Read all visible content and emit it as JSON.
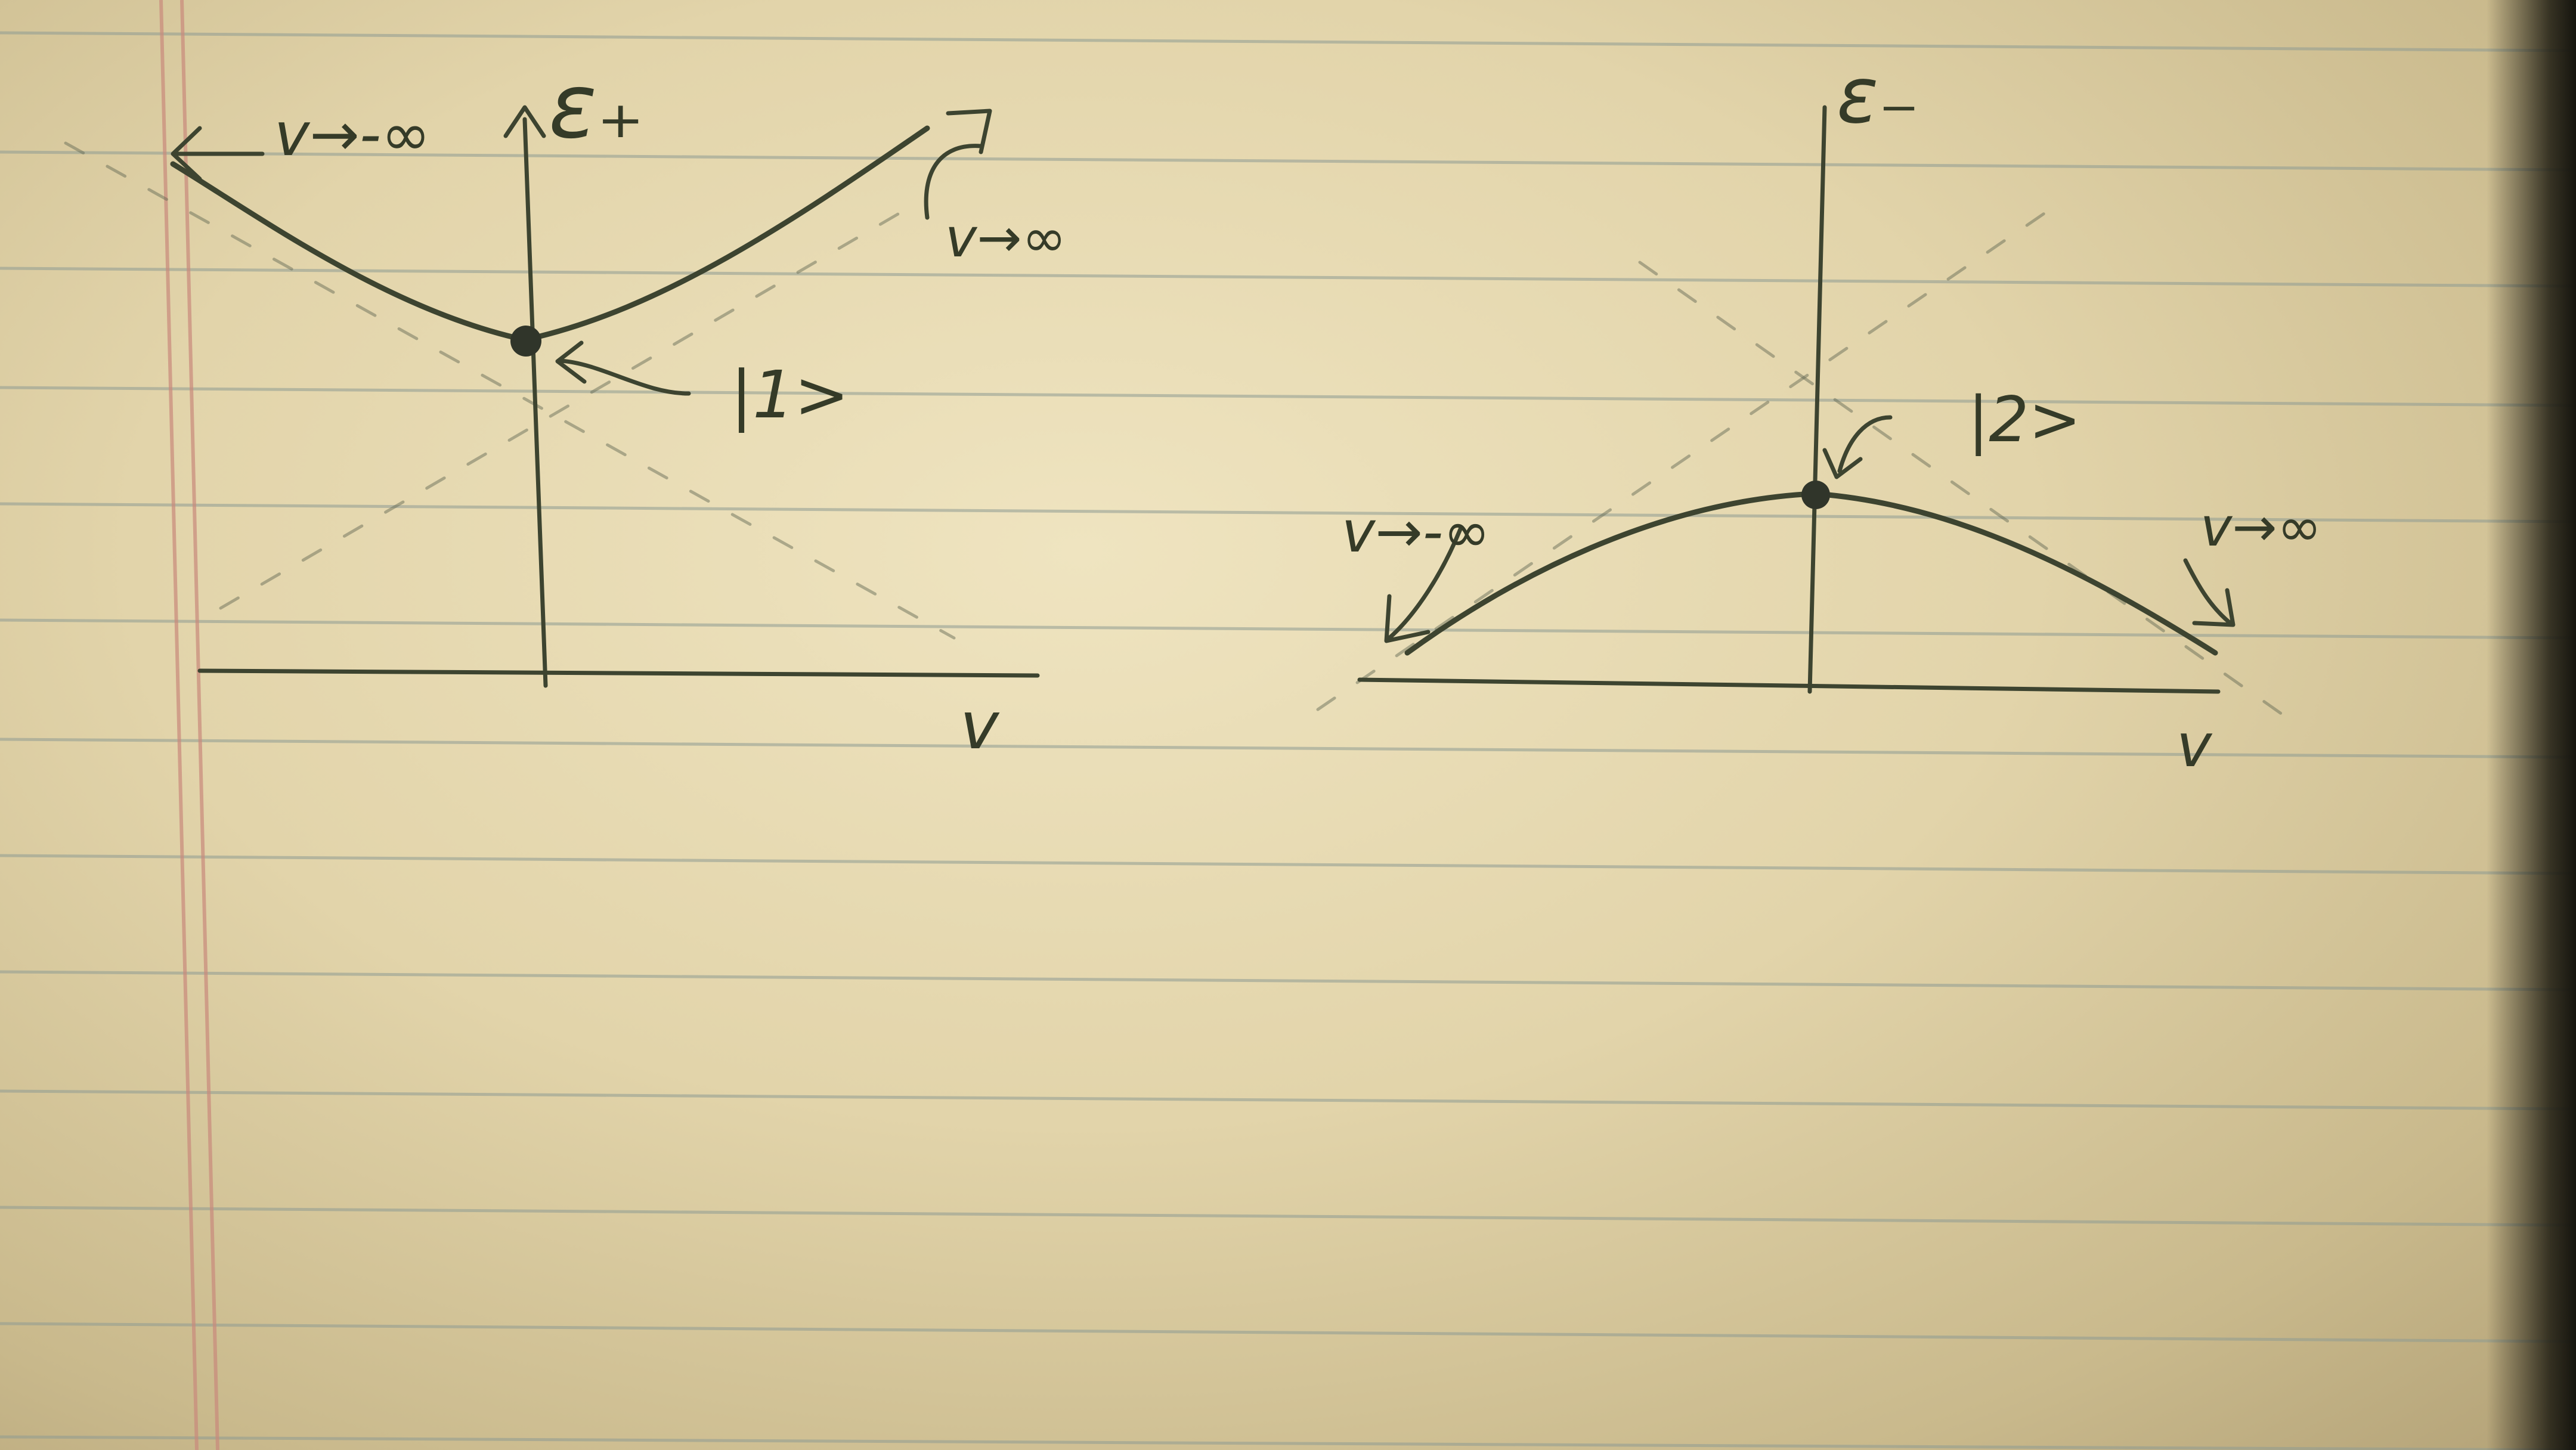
{
  "left_plot": {
    "y_axis_label": "ε₊",
    "x_axis_label": "v",
    "left_asymptote_label": "v→-∞",
    "right_asymptote_label": "v→∞",
    "point_label": "|1>"
  },
  "right_plot": {
    "y_axis_label": "ε₋",
    "x_axis_label": "v",
    "left_asymptote_label": "v→-∞",
    "right_asymptote_label": "v→∞",
    "point_label": "|2>"
  },
  "colors": {
    "paper": "#e8dbb4",
    "ink": "#3d4430",
    "rule": "#8f9c93",
    "margin": "#c98a7c"
  }
}
